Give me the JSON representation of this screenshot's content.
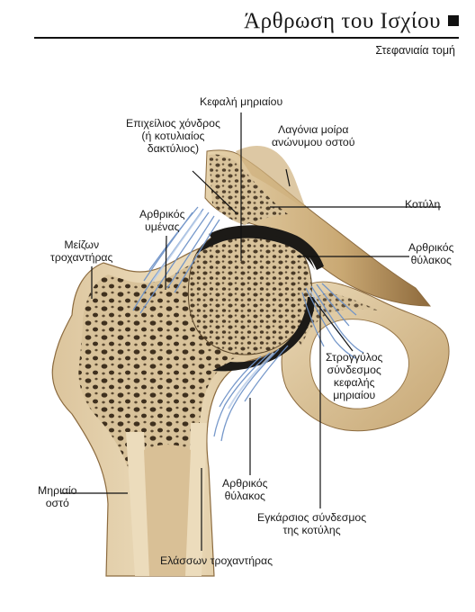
{
  "header": {
    "title": "Άρθρωση του Ισχίου",
    "subtitle": "Στεφανιαία τομή"
  },
  "labels": {
    "femoral_head": "Κεφαλή μηριαίου",
    "labrum_1": "Επιχείλιος χόνδρος",
    "labrum_2": "(ή κοτυλιαίος",
    "labrum_3": "δακτύλιος)",
    "ilium_1": "Λαγόνια μοίρα",
    "ilium_2": "ανώνυμου οστού",
    "acetabulum": "Κοτύλη",
    "synovial_1": "Αρθρικός",
    "synovial_2": "υμένας",
    "greater_troch_1": "Μείζων",
    "greater_troch_2": "τροχαντήρας",
    "capsule_upper_1": "Αρθρικός",
    "capsule_upper_2": "θύλακος",
    "round_lig_1": "Στρογγύλος",
    "round_lig_2": "σύνδεσμος",
    "round_lig_3": "κεφαλής",
    "round_lig_4": "μηριαίου",
    "femur_1": "Μηριαίο",
    "femur_2": "οστό",
    "capsule_lower_1": "Αρθρικός",
    "capsule_lower_2": "θύλακος",
    "transverse_1": "Εγκάρσιος σύνδεσμος",
    "transverse_2": "της κοτύλης",
    "lesser_troch": "Ελάσσων τροχαντήρας"
  },
  "colors": {
    "bone": "#d9c39b",
    "bone_light": "#ead9b8",
    "bone_dark": "#a8885a",
    "cartilage": "#1c1a17",
    "ligament": "#6b8fc4",
    "ligament_light": "#b9cde8"
  }
}
